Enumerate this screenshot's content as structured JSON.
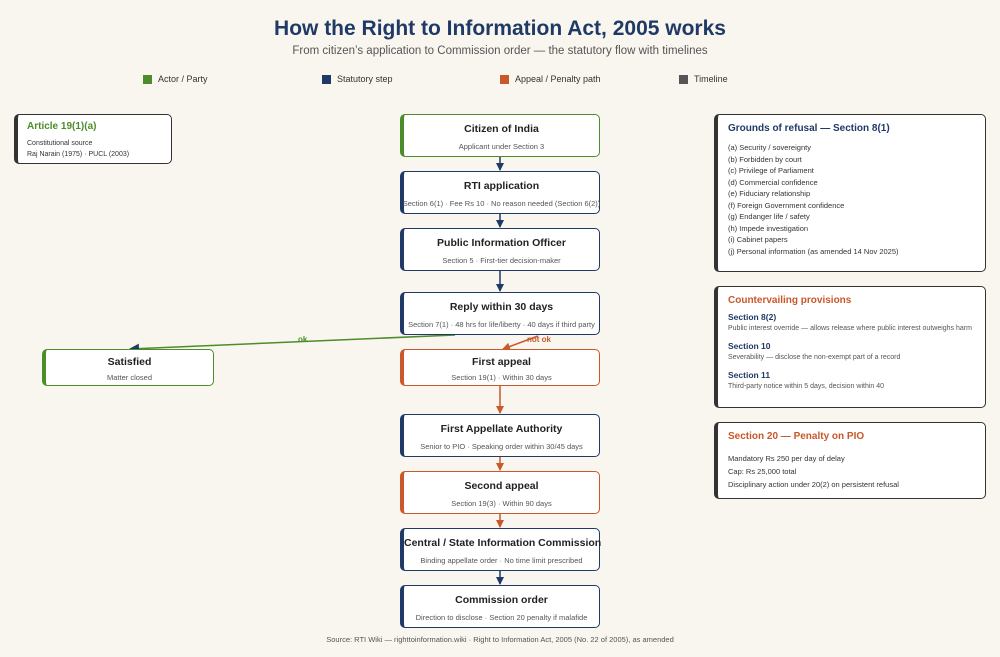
{
  "header": {
    "title": "How the Right to Information Act, 2005 works",
    "subtitle": "From citizen’s application to Commission order — the statutory flow with timelines"
  },
  "legend": [
    {
      "label": "Actor / Party",
      "color": "#4c8c2b"
    },
    {
      "label": "Statutory step",
      "color": "#1f3a66"
    },
    {
      "label": "Appeal / Penalty path",
      "color": "#c9582a"
    },
    {
      "label": "Timeline",
      "color": "#555555"
    }
  ],
  "article": {
    "title": "Article 19(1)(a)",
    "lines": [
      "Constitutional source",
      "Raj Narain (1975) · PUCL (2003)"
    ]
  },
  "flow": {
    "citizen": {
      "title": "Citizen of India",
      "sub": "Applicant under Section 3"
    },
    "application": {
      "title": "RTI application",
      "sub": "Section 6(1) · Fee Rs 10 · No reason needed (Section 6(2))"
    },
    "pio": {
      "title": "Public Information Officer",
      "sub": "Section 5 · First-tier decision-maker"
    },
    "reply": {
      "title": "Reply within 30 days",
      "sub": "Section 7(1) · 48 hrs for life/liberty · 40 days if third party"
    },
    "satisfied": {
      "title": "Satisfied",
      "sub": "Matter closed"
    },
    "first_appeal": {
      "title": "First appeal",
      "sub": "Section 19(1) · Within 30 days"
    },
    "faa": {
      "title": "First Appellate Authority",
      "sub": "Senior to PIO · Speaking order within 30/45 days"
    },
    "second_appeal": {
      "title": "Second appeal",
      "sub": "Section 19(3) · Within 90 days"
    },
    "commission": {
      "title": "Central / State Information Commission",
      "sub": "Binding appellate order · No time limit prescribed"
    },
    "order": {
      "title": "Commission order",
      "sub": "Direction to disclose · Section 20 penalty if malafide"
    }
  },
  "edge_labels": {
    "ok": "ok",
    "not_ok": "not ok"
  },
  "refusal": {
    "title": "Grounds of refusal — Section 8(1)",
    "items": [
      "(a) Security / sovereignty",
      "(b) Forbidden by court",
      "(c) Privilege of Parliament",
      "(d) Commercial confidence",
      "(e) Fiduciary relationship",
      "(f) Foreign Government confidence",
      "(g) Endanger life / safety",
      "(h) Impede investigation",
      "(i) Cabinet papers",
      "(j) Personal information (as amended 14 Nov 2025)"
    ]
  },
  "countervailing": {
    "title": "Countervailing provisions",
    "sections": [
      {
        "name": "Section 8(2)",
        "desc": "Public interest override — allows release where public interest outweighs harm"
      },
      {
        "name": "Section 10",
        "desc": "Severability — disclose the non-exempt part of a record"
      },
      {
        "name": "Section 11",
        "desc": "Third-party notice within 5 days, decision within 40"
      }
    ]
  },
  "penalty": {
    "title": "Section 20 — Penalty on PIO",
    "lines": [
      "Mandatory Rs 250 per day of delay",
      "Cap: Rs 25,000 total",
      "Disciplinary action under 20(2) on persistent refusal"
    ]
  },
  "source": "Source: RTI Wiki — righttoinformation.wiki · Right to Information Act, 2005 (No. 22 of 2005), as amended"
}
